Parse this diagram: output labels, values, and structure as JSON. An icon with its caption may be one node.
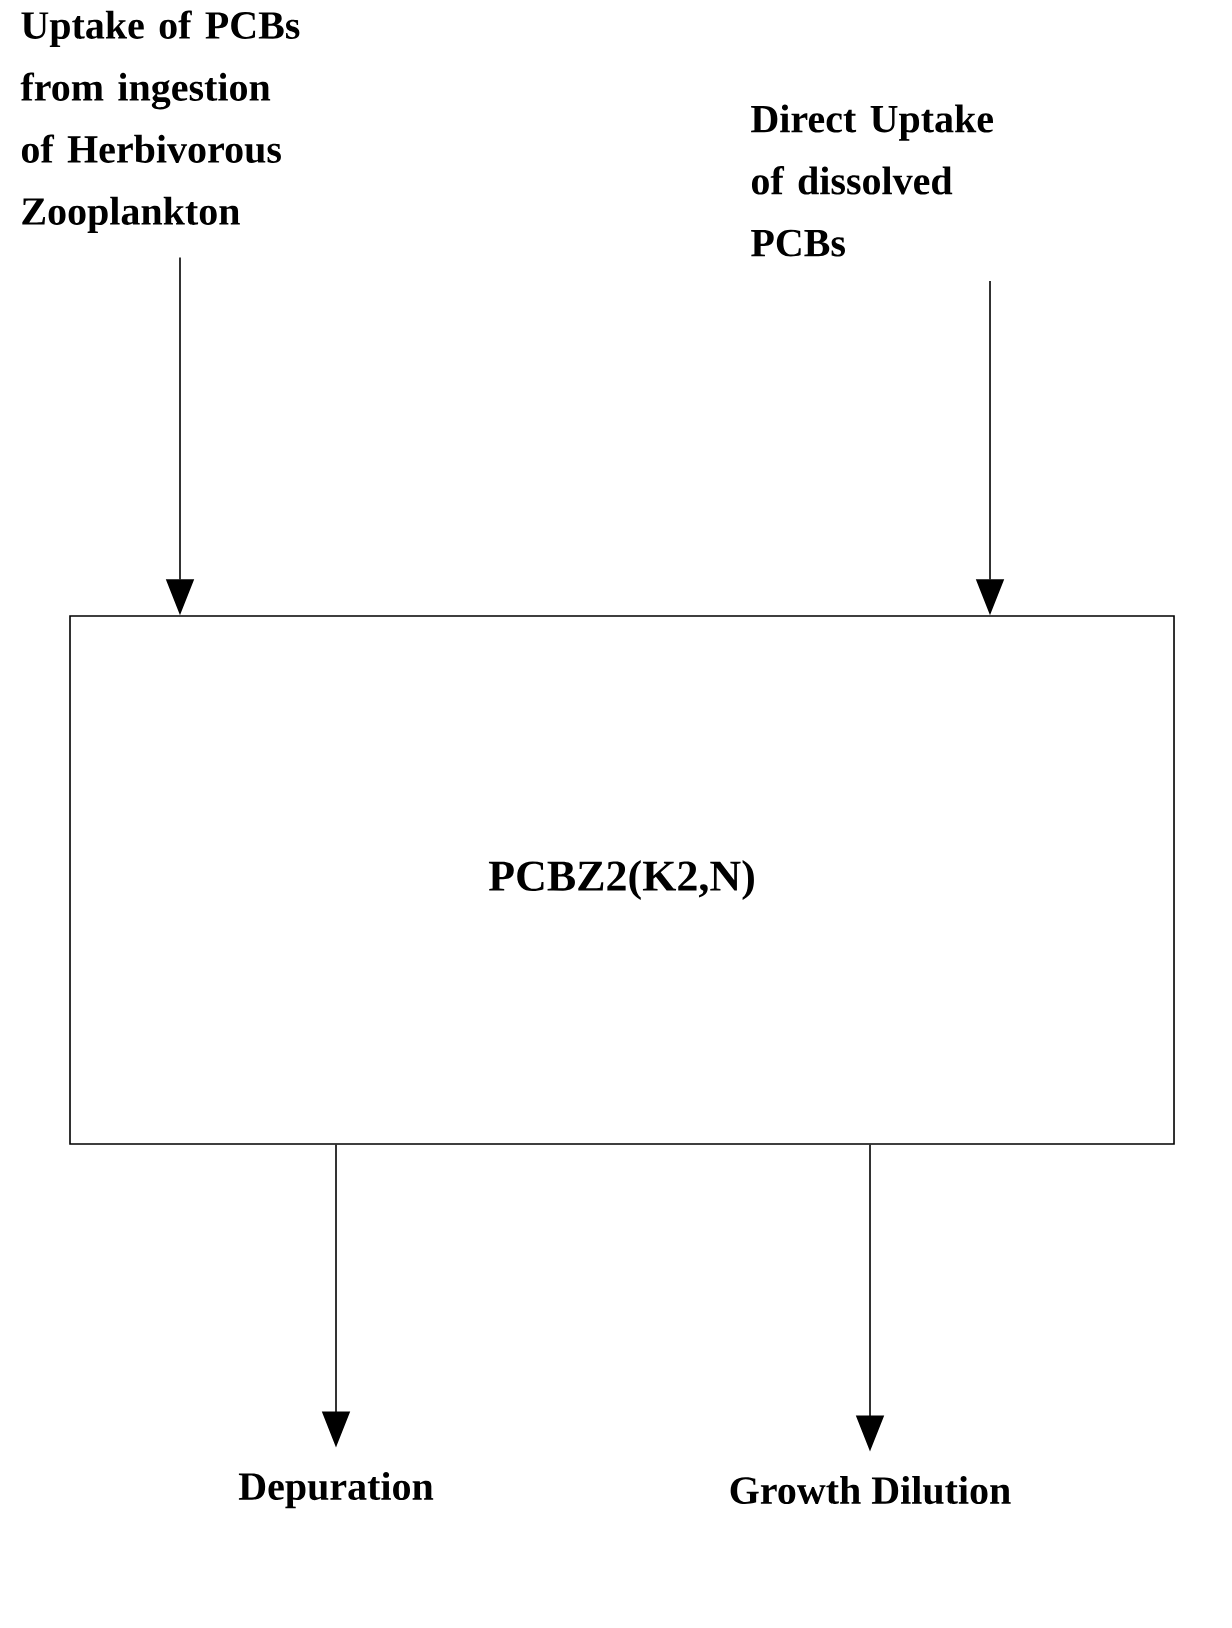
{
  "diagram": {
    "nodes": [
      {
        "text": [
          "Uptake of PCBs from ingestion of Herbivorous Zooplankton"
        ]
      },
      {
        "text": [
          "Direct Uptake of dissolved PCBs"
        ]
      },
      {
        "text": [
          "PCBZ2(K2,N)"
        ]
      },
      {
        "text": [
          "Depuration"
        ]
      },
      {
        "text": [
          "Growth Dilution"
        ]
      }
    ],
    "edges": [
      {
        "from": 0,
        "to": 2,
        "arrow": "to"
      },
      {
        "from": 1,
        "to": 2,
        "arrow": "to"
      },
      {
        "from": 2,
        "to": 3,
        "arrow": "to"
      },
      {
        "from": 2,
        "to": 4,
        "arrow": "to"
      }
    ]
  }
}
